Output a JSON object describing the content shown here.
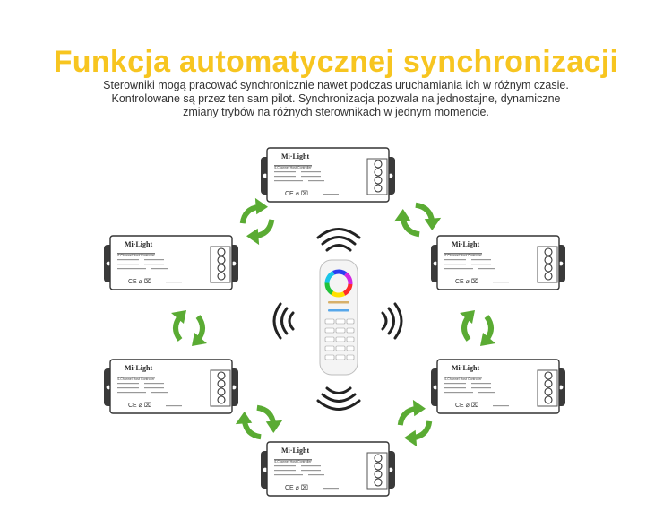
{
  "title": "Funkcja automatycznej synchronizacji",
  "description": [
    "Sterowniki mogą pracować synchronicznie nawet podczas uruchamiania ich w różnym czasie.",
    "Kontrolowane są przez ten sam pilot. Synchronizacja pozwala na jednostajne, dynamiczne",
    "zmiany trybów na różnych sterownikach w jednym momencie."
  ],
  "controller": {
    "brand": "Mi·Light",
    "model_line": "4-Channel Host Controller",
    "marks": "CE ⌀ ⌧"
  },
  "colors": {
    "title": "#f7c520",
    "arrow": "#5aab33",
    "controller_body": "#ffffff",
    "controller_outline": "#333333",
    "mount_flange": "#3a3a3a"
  },
  "controllers": [
    {
      "id": "top"
    },
    {
      "id": "upper-left"
    },
    {
      "id": "upper-right"
    },
    {
      "id": "lower-left"
    },
    {
      "id": "lower-right"
    },
    {
      "id": "bottom"
    }
  ],
  "arrows": [
    {
      "id": "top-left"
    },
    {
      "id": "top-right"
    },
    {
      "id": "left"
    },
    {
      "id": "right"
    },
    {
      "id": "bottom-left"
    },
    {
      "id": "bottom-right"
    }
  ],
  "remote": {
    "icon": "rgb-remote-control",
    "signal_icon": "wireless-signal-waves"
  }
}
